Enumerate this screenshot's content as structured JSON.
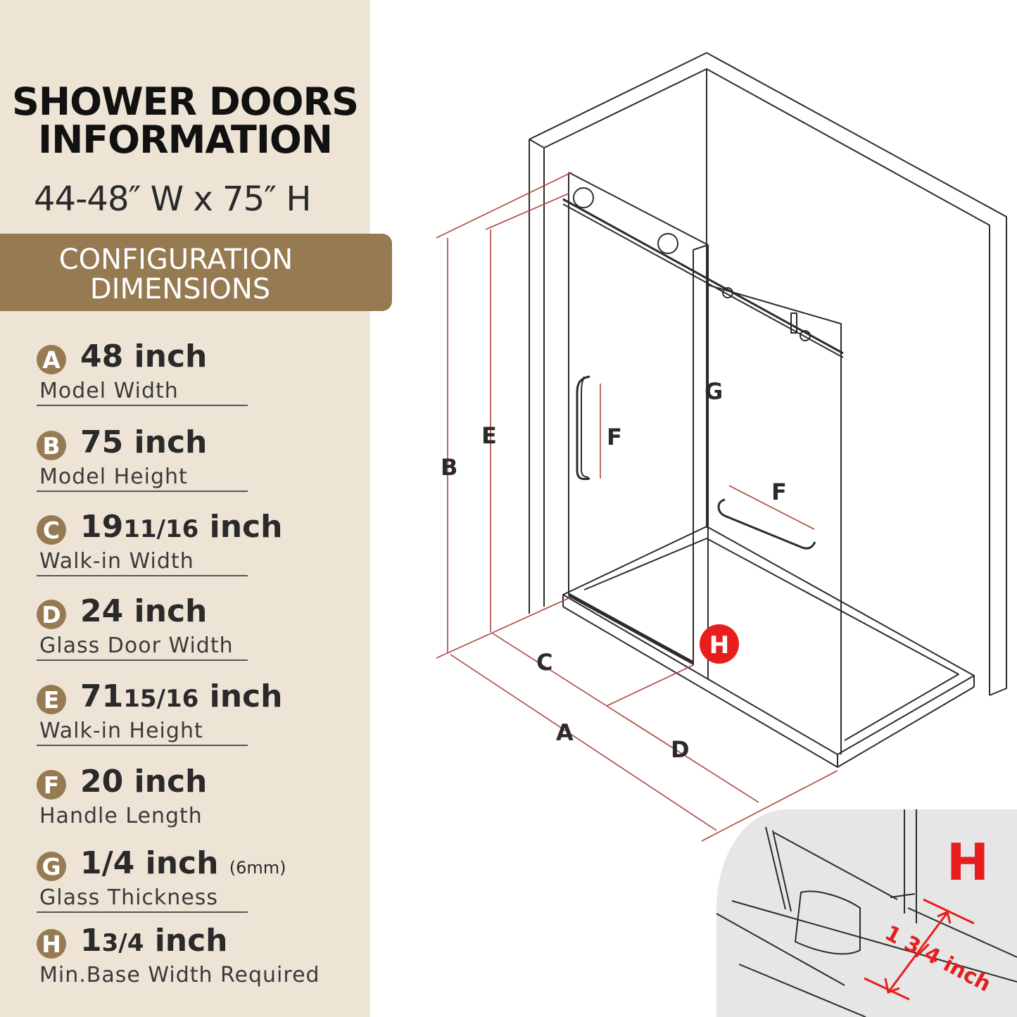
{
  "title_line1": "SHOWER DOORS",
  "title_line2": "INFORMATION",
  "size_text": "44-48″ W x 75″ H",
  "banner_line1": "CONFIGURATION",
  "banner_line2": "DIMENSIONS",
  "specs": [
    {
      "letter": "A",
      "value": "48 inch",
      "label": "Model Width"
    },
    {
      "letter": "B",
      "value": "75 inch",
      "label": "Model Height"
    },
    {
      "letter": "C",
      "value": "19",
      "value_fraction": "11/16",
      "value_unit": "inch",
      "label": "Walk-in Width"
    },
    {
      "letter": "D",
      "value": "24 inch",
      "label": "Glass Door Width"
    },
    {
      "letter": "E",
      "value": "71",
      "value_fraction": "15/16",
      "value_unit": "inch",
      "label": "Walk-in Height"
    },
    {
      "letter": "F",
      "value": "20 inch",
      "label": "Handle Length"
    },
    {
      "letter": "G",
      "value": "1/4 inch",
      "value_note": "(6mm)",
      "label": "Glass Thickness"
    },
    {
      "letter": "H",
      "value": "1",
      "value_fraction": "3/4",
      "value_unit": "inch",
      "label": "Min.Base Width Required"
    }
  ],
  "diagram": {
    "labels": {
      "a": "A",
      "b": "B",
      "c": "C",
      "d": "D",
      "e": "E",
      "f": "F",
      "g": "G",
      "h": "H"
    }
  },
  "inset": {
    "letter": "H",
    "measurement": "1 3/4 inch"
  },
  "colors": {
    "panel_bg": "#ede4d6",
    "accent": "#967a52",
    "dimension_line": "#b0443c",
    "highlight_red": "#e61e1e"
  }
}
